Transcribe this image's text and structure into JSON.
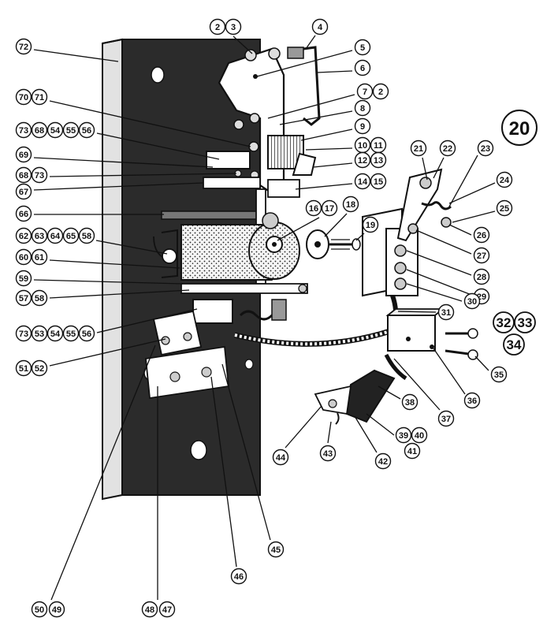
{
  "figure_number": "20",
  "callouts": [
    {
      "labels": [
        "72"
      ]
    },
    {
      "labels": [
        "2",
        "3"
      ]
    },
    {
      "labels": [
        "4"
      ]
    },
    {
      "labels": [
        "5"
      ]
    },
    {
      "labels": [
        "6"
      ]
    },
    {
      "labels": [
        "7",
        "2"
      ]
    },
    {
      "labels": [
        "8"
      ]
    },
    {
      "labels": [
        "9"
      ]
    },
    {
      "labels": [
        "10",
        "11"
      ]
    },
    {
      "labels": [
        "12",
        "13"
      ]
    },
    {
      "labels": [
        "14",
        "15"
      ]
    },
    {
      "labels": [
        "16",
        "17"
      ]
    },
    {
      "labels": [
        "18"
      ]
    },
    {
      "labels": [
        "19"
      ]
    },
    {
      "labels": [
        "70",
        "71"
      ]
    },
    {
      "labels": [
        "73",
        "68",
        "54",
        "55",
        "56"
      ]
    },
    {
      "labels": [
        "69"
      ]
    },
    {
      "labels": [
        "68",
        "73"
      ]
    },
    {
      "labels": [
        "67"
      ]
    },
    {
      "labels": [
        "66"
      ]
    },
    {
      "labels": [
        "62",
        "63",
        "64",
        "65",
        "58"
      ]
    },
    {
      "labels": [
        "60",
        "61"
      ]
    },
    {
      "labels": [
        "59"
      ]
    },
    {
      "labels": [
        "57",
        "58"
      ]
    },
    {
      "labels": [
        "73",
        "53",
        "54",
        "55",
        "56"
      ]
    },
    {
      "labels": [
        "51",
        "52"
      ]
    },
    {
      "labels": [
        "21"
      ]
    },
    {
      "labels": [
        "22"
      ]
    },
    {
      "labels": [
        "23"
      ]
    },
    {
      "labels": [
        "24"
      ]
    },
    {
      "labels": [
        "25"
      ]
    },
    {
      "labels": [
        "26"
      ]
    },
    {
      "labels": [
        "27"
      ]
    },
    {
      "labels": [
        "28"
      ]
    },
    {
      "labels": [
        "29"
      ]
    },
    {
      "labels": [
        "30"
      ]
    },
    {
      "labels": [
        "31"
      ]
    },
    {
      "labels": [
        "32",
        "33",
        "34"
      ]
    },
    {
      "labels": [
        "35"
      ]
    },
    {
      "labels": [
        "36"
      ]
    },
    {
      "labels": [
        "37"
      ]
    },
    {
      "labels": [
        "38"
      ]
    },
    {
      "labels": [
        "39",
        "40",
        "41"
      ]
    },
    {
      "labels": [
        "42"
      ]
    },
    {
      "labels": [
        "43"
      ]
    },
    {
      "labels": [
        "44"
      ]
    },
    {
      "labels": [
        "45"
      ]
    },
    {
      "labels": [
        "46"
      ]
    },
    {
      "labels": [
        "47",
        "48"
      ]
    },
    {
      "labels": [
        "49",
        "50"
      ]
    }
  ],
  "colors": {
    "ink": "#111111",
    "panel": "#2b2b2b",
    "panel_edge": "#d9d9d9",
    "paper": "#ffffff"
  }
}
